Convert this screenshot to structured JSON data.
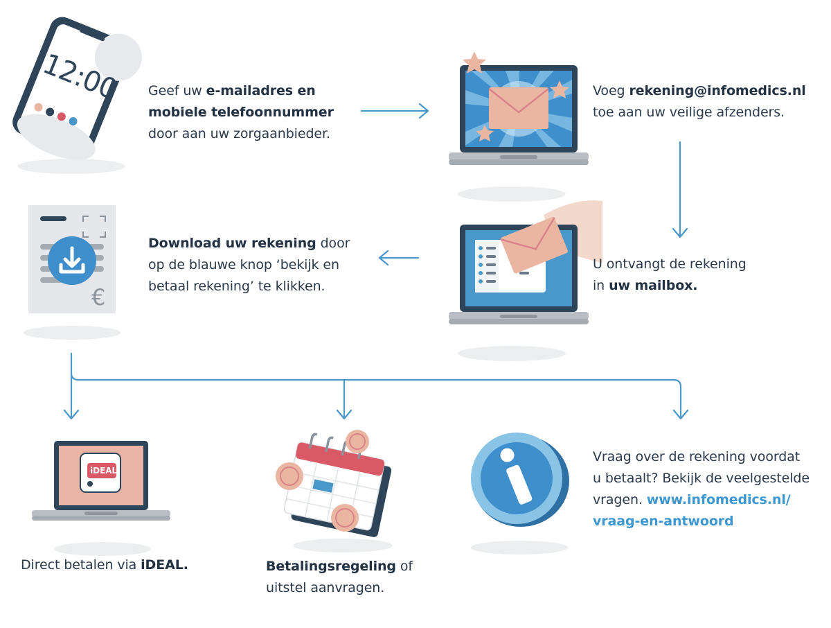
{
  "steps": {
    "step1": {
      "clock": "12:00",
      "line1_pre": "Geef uw ",
      "line1_bold": "e-mailadres en",
      "line2_bold": "mobiele telefoonnummer",
      "line3": "door aan uw zorgaanbieder."
    },
    "step2": {
      "line1_pre": "Voeg ",
      "line1_bold": "rekening@infomedics.nl",
      "line2": "toe aan uw veilige afzenders."
    },
    "step3": {
      "line1": "U ontvangt de rekening",
      "line2_pre": "in ",
      "line2_bold": "uw mailbox."
    },
    "step4": {
      "line1_bold": "Download uw rekening",
      "line1_post": " door",
      "line2": "op de blauwe knop ‘bekijk en",
      "line3": "betaal rekening’ te klikken."
    }
  },
  "options": {
    "ideal": {
      "logo_text": "iDEAL",
      "text_pre": "Direct betalen via ",
      "text_bold": "iDEAL."
    },
    "regeling": {
      "line1_bold": "Betalingsregeling",
      "line1_post": " of",
      "line2": "uitstel aanvragen."
    },
    "info": {
      "line1": "Vraag over de rekening voordat",
      "line2": "u betaalt? Bekijk de veelgestelde",
      "line3_pre": "vragen. ",
      "line3_link": "www.infomedics.nl/",
      "line4_link": "vraag-en-antwoord"
    }
  },
  "colors": {
    "accent_blue": "#4a97c9",
    "dark_navy": "#2e4459",
    "envelope_pink": "#eab6a2",
    "link_blue": "#3e97cf"
  }
}
